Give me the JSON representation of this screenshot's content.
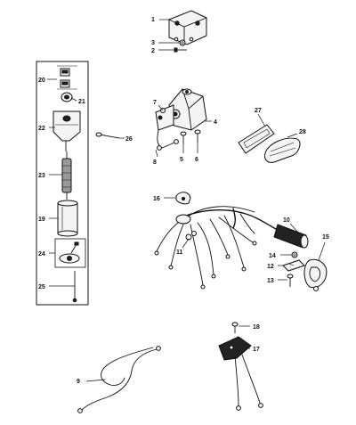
{
  "diagram": {
    "type": "exploded parts diagram",
    "callouts": {
      "c1": "1",
      "c2": "2",
      "c3": "3",
      "c4": "4",
      "c5": "5",
      "c6": "6",
      "c7": "7",
      "c8": "8",
      "c9": "9",
      "c10": "10",
      "c11": "11",
      "c12": "12",
      "c13": "13",
      "c14": "14",
      "c15": "15",
      "c16": "16",
      "c17": "17",
      "c18": "18",
      "c19": "19",
      "c20": "20",
      "c21": "21",
      "c22": "22",
      "c23": "23",
      "c24": "24",
      "c25": "25",
      "c26": "26",
      "c27": "27",
      "c28": "28"
    }
  }
}
